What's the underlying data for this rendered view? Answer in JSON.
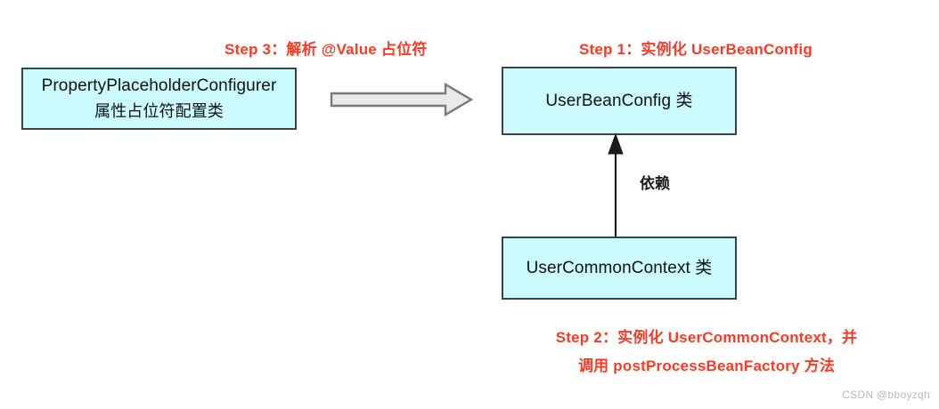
{
  "diagram": {
    "title_labels": {
      "step1": "Step 1：实例化 UserBeanConfig",
      "step2_line1": "Step 2：实例化 UserCommonContext，并",
      "step2_line2": "调用 postProcessBeanFactory 方法",
      "step3": "Step 3：解析 @Value 占位符"
    },
    "nodes": [
      {
        "id": "property-placeholder-configurer",
        "line1": "PropertyPlaceholderConfigurer",
        "line2": "属性占位符配置类"
      },
      {
        "id": "user-bean-config",
        "line1": "UserBeanConfig 类"
      },
      {
        "id": "user-common-context",
        "line1": "UserCommonContext 类"
      }
    ],
    "edges": [
      {
        "id": "ppc-to-ubc",
        "label": "",
        "style": "block-arrow",
        "direction": "right"
      },
      {
        "id": "ucc-to-ubc",
        "label": "依赖",
        "style": "line-arrow",
        "direction": "up"
      }
    ],
    "colors": {
      "node_fill": "#ccfbff",
      "node_border": "#3a4448",
      "step_text": "#fb3a26",
      "block_arrow_fill": "#eaeaea",
      "block_arrow_border": "#7a7a7a",
      "edge_line": "#1a1a1a",
      "watermark_text": "#b8b8b8",
      "background": "#ffffff"
    },
    "watermark": "CSDN @bboyzqh"
  }
}
